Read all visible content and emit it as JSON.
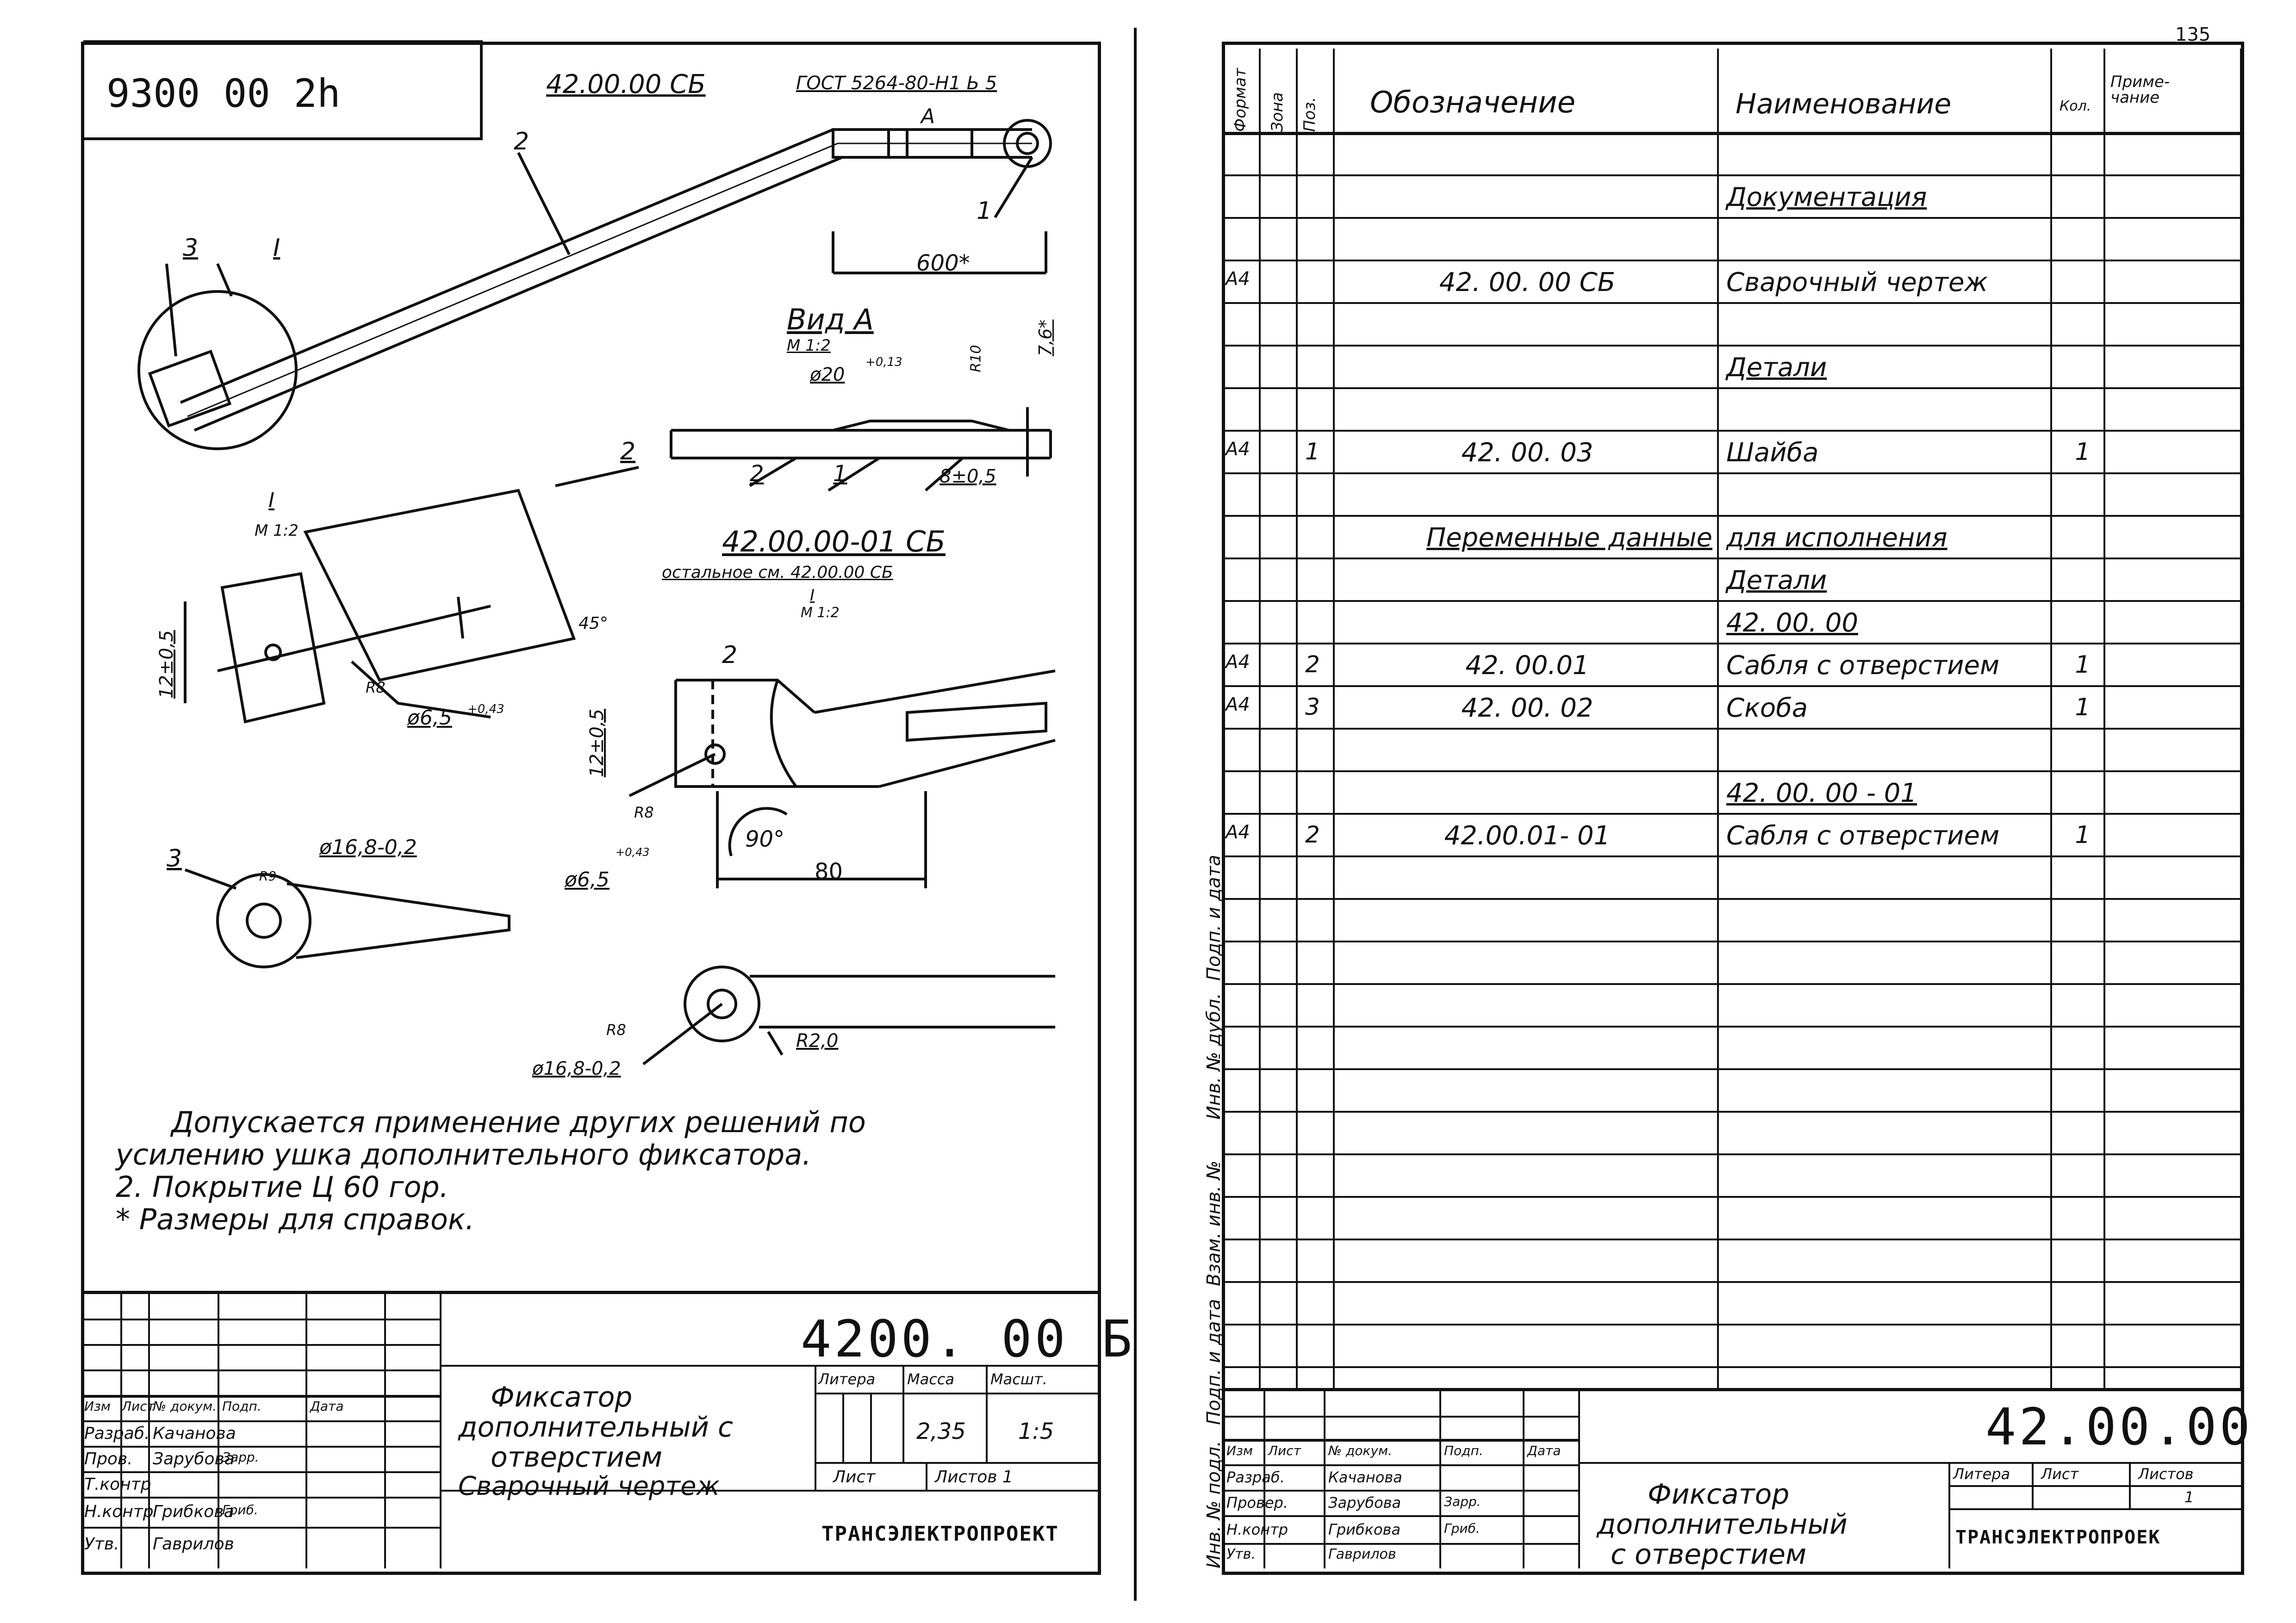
{
  "left": {
    "corner_code": "9300 00 2h",
    "drawing_code": "42.00.00 СБ",
    "gost": "ГОСТ 5264-80-Н1 Ь 5",
    "callouts": {
      "c1": "1",
      "c2": "2",
      "c3": "3",
      "cI": "I",
      "cA": "A",
      "c2b": "2",
      "c2c": "2",
      "c1b": "1",
      "c2d": "2",
      "c3b": "3"
    },
    "dims": {
      "d600": "600*",
      "view_a": "Вид А",
      "view_a_scale": "М 1:2",
      "d20": "ø20",
      "d20tol": "+0,13",
      "r10": "R10",
      "d76": "7,6*",
      "d8": "8±0,5",
      "view_i": "I",
      "view_i_scale": "М 1:2",
      "d12a": "12±0,5",
      "r8a": "R8",
      "d65a": "ø6,5",
      "d65a_tol": "+0,43",
      "ang45": "45°",
      "d168a": "ø16,8-0,2",
      "r9a": "R9",
      "d12b": "12±0,5",
      "r8b": "R8",
      "d65b": "ø6,5",
      "d65b_tol": "+0,43",
      "ang90": "90°",
      "d80": "80",
      "r80": "R8",
      "d168b": "ø16,8-0,2",
      "d120": "R2,0"
    },
    "variant_code": "42.00.00-01 СБ",
    "variant_note": "остальное см. 42.00.00 СБ",
    "variant_view": "I",
    "variant_scale": "М 1:2",
    "notes": [
      "Допускается применение других решений по",
      "усилению ушка дополнительного фиксатора.",
      "2. Покрытие Ц 60 гор.",
      "* Размеры для справок."
    ],
    "title_block": {
      "code": "4200. 00 Б",
      "name_lines": [
        "Фиксатор",
        "дополнительный с",
        "отверстием",
        "Сварочный чертеж"
      ],
      "col_headers": [
        "Изм",
        "Лист",
        "№ докум.",
        "Подп.",
        "Дата"
      ],
      "rows": [
        {
          "role": "Разраб.",
          "name": "Качанова"
        },
        {
          "role": "Пров.",
          "name": "Зарубова",
          "sign": "Зарр."
        },
        {
          "role": "Т.контр",
          "name": ""
        },
        {
          "role": "Н.контр",
          "name": "Грибкова",
          "sign": "Гриб."
        },
        {
          "role": "Утв.",
          "name": "Гаврилов"
        }
      ],
      "litera": "Литера",
      "mass_label": "Масса",
      "scale_label": "Масшт.",
      "mass": "2,35",
      "scale": "1:5",
      "sheet_label": "Лист",
      "sheets_label": "Листов 1",
      "org": "ТРАНСЭЛЕКТРОПРОЕКТ"
    }
  },
  "right": {
    "page_number": "135",
    "headers": {
      "format": "Формат",
      "zone": "Зона",
      "pos": "Поз.",
      "designation": "Обозначение",
      "name": "Наименование",
      "qty": "Кол.",
      "note": "Приме-чание"
    },
    "rows": [
      {
        "format": "",
        "pos": "",
        "designation": "",
        "name": "",
        "qty": ""
      },
      {
        "format": "",
        "pos": "",
        "designation": "",
        "name": "Документация",
        "qty": "",
        "underline": true
      },
      {
        "format": "",
        "pos": "",
        "designation": "",
        "name": "",
        "qty": ""
      },
      {
        "format": "А4",
        "pos": "",
        "designation": "42. 00. 00 СБ",
        "name": "Сварочный чертеж",
        "qty": ""
      },
      {
        "format": "",
        "pos": "",
        "designation": "",
        "name": "",
        "qty": ""
      },
      {
        "format": "",
        "pos": "",
        "designation": "",
        "name": "Детали",
        "qty": "",
        "underline": true
      },
      {
        "format": "",
        "pos": "",
        "designation": "",
        "name": "",
        "qty": ""
      },
      {
        "format": "А4",
        "pos": "1",
        "designation": "42. 00. 03",
        "name": "Шайба",
        "qty": "1"
      },
      {
        "format": "",
        "pos": "",
        "designation": "",
        "name": "",
        "qty": ""
      },
      {
        "format": "",
        "pos": "",
        "designation": "Переменные данные",
        "name": "для исполнения",
        "qty": "",
        "underline": true
      },
      {
        "format": "",
        "pos": "",
        "designation": "",
        "name": "Детали",
        "qty": "",
        "underline": true
      },
      {
        "format": "",
        "pos": "",
        "designation": "",
        "name": "42. 00. 00",
        "qty": "",
        "underline": true
      },
      {
        "format": "А4",
        "pos": "2",
        "designation": "42. 00.01",
        "name": "Сабля с отверстием",
        "qty": "1"
      },
      {
        "format": "А4",
        "pos": "3",
        "designation": "42. 00. 02",
        "name": "Скоба",
        "qty": "1"
      },
      {
        "format": "",
        "pos": "",
        "designation": "",
        "name": "",
        "qty": ""
      },
      {
        "format": "",
        "pos": "",
        "designation": "",
        "name": "42. 00. 00 - 01",
        "qty": "",
        "underline": true
      },
      {
        "format": "А4",
        "pos": "2",
        "designation": "42.00.01- 01",
        "name": "Сабля с отверстием",
        "qty": "1"
      }
    ],
    "side_labels": [
      "Подп. и дата",
      "Инв. № дубл.",
      "Взам. инв. №",
      "Подп. и дата",
      "Инв. № подл."
    ],
    "title_block": {
      "code": "42.00.00",
      "name_lines": [
        "Фиксатор",
        "дополнительный",
        "с отверстием"
      ],
      "col_headers": [
        "Изм",
        "Лист",
        "№ докум.",
        "Подп.",
        "Дата"
      ],
      "rows": [
        {
          "role": "Разраб.",
          "name": "Качанова"
        },
        {
          "role": "Провер.",
          "name": "Зарубова",
          "sign": "Зарр."
        },
        {
          "role": "",
          "name": ""
        },
        {
          "role": "Н.контр",
          "name": "Грибкова",
          "sign": "Гриб."
        },
        {
          "role": "Утв.",
          "name": "Гаврилов"
        }
      ],
      "litera": "Литера",
      "sheet_label": "Лист",
      "sheets_label": "Листов",
      "sheets_value": "1",
      "org": "ТРАНСЭЛЕКТРОПРОЕК"
    }
  }
}
